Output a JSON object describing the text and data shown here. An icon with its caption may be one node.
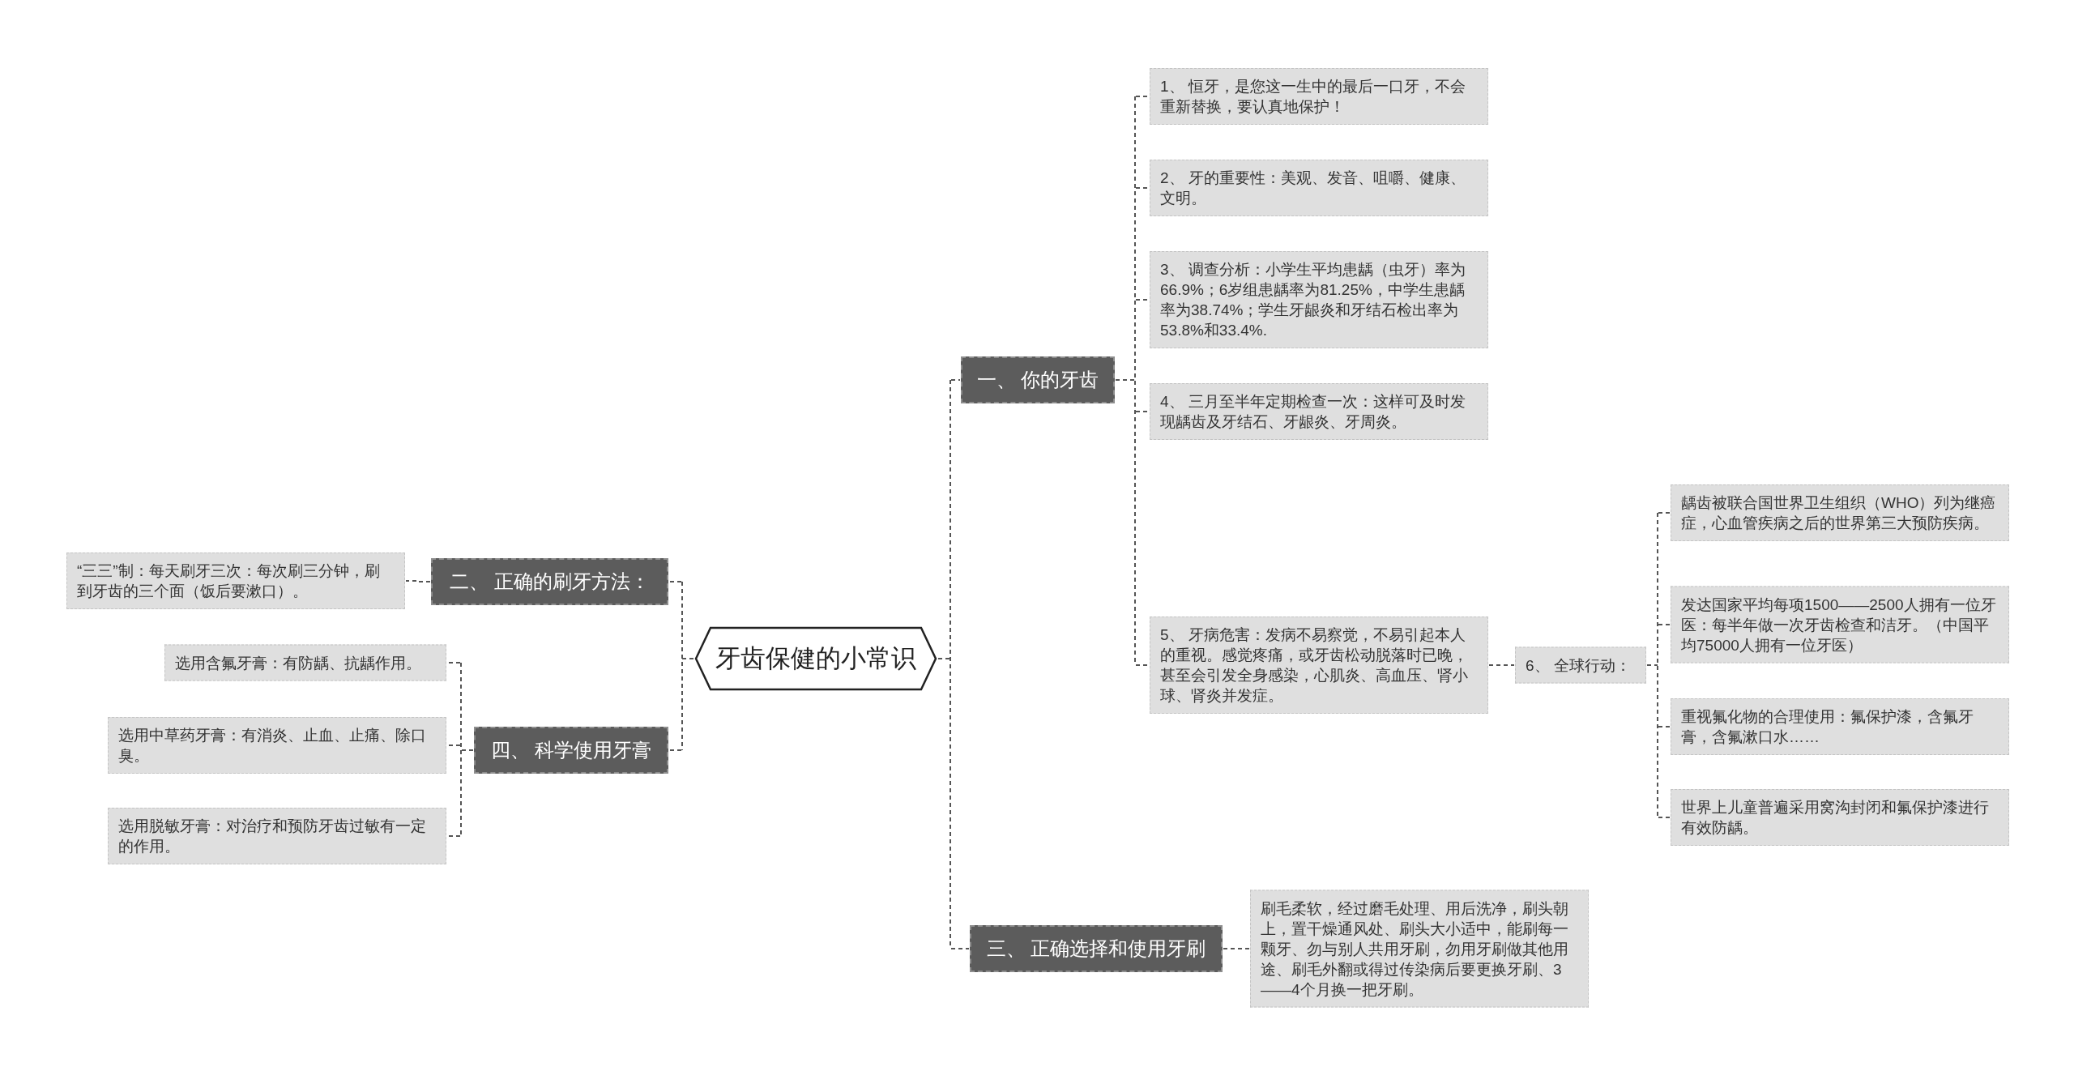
{
  "diagram": {
    "nodes": [
      {
        "text": [
          "牙齿保健的小常识"
        ]
      },
      {
        "text": [
          "一、 你的牙齿"
        ]
      },
      {
        "text": [
          "1、 恒牙，是您这一生中的最后一口牙，不会重新替换，要认真地保护！"
        ]
      },
      {
        "text": [
          "2、 牙的重要性：美观、发音、咀嚼、健康、文明。"
        ]
      },
      {
        "text": [
          "3、 调查分析：小学生平均患龋（虫牙）率为66.9%；6岁组患龋率为81.25%，中学生患龋率为38.74%；学生牙龈炎和牙结石检出率为53.8%和33.4%."
        ]
      },
      {
        "text": [
          "4、 三月至半年定期检查一次：这样可及时发现龋齿及牙结石、牙龈炎、牙周炎。"
        ]
      },
      {
        "text": [
          "5、 牙病危害：发病不易察觉，不易引起本人的重视。感觉疼痛，或牙齿松动脱落时已晚，甚至会引发全身感染，心肌炎、高血压、肾小球、肾炎并发症。"
        ]
      },
      {
        "text": [
          "6、 全球行动："
        ]
      },
      {
        "text": [
          "龋齿被联合国世界卫生组织（WHO）列为继癌症，心血管疾病之后的世界第三大预防疾病。"
        ]
      },
      {
        "text": [
          "发达国家平均每项1500——2500人拥有一位牙医：每半年做一次牙齿检查和洁牙。（中国平均75000人拥有一位牙医）"
        ]
      },
      {
        "text": [
          "重视氟化物的合理使用：氟保护漆，含氟牙膏，含氟漱口水……"
        ]
      },
      {
        "text": [
          "世界上儿童普遍采用窝沟封闭和氟保护漆进行有效防龋。"
        ]
      },
      {
        "text": [
          "三、 正确选择和使用牙刷"
        ]
      },
      {
        "text": [
          "刷毛柔软，经过磨毛处理、用后洗净，刷头朝上，置干燥通风处、刷头大小适中，能刷每一颗牙、勿与别人共用牙刷，勿用牙刷做其他用途、刷毛外翻或得过传染病后要更换牙刷、3——4个月换一把牙刷。"
        ]
      },
      {
        "text": [
          "二、 正确的刷牙方法："
        ]
      },
      {
        "text": [
          "“三三”制：每天刷牙三次：每次刷三分钟，刷到牙齿的三个面（饭后要漱口）。"
        ]
      },
      {
        "text": [
          "四、 科学使用牙膏"
        ]
      },
      {
        "text": [
          "选用含氟牙膏：有防龋、抗龋作用。"
        ]
      },
      {
        "text": [
          "选用中草药牙膏：有消炎、止血、止痛、除口臭。"
        ]
      },
      {
        "text": [
          "选用脱敏牙膏：对治疗和预防牙齿过敏有一定的作用。"
        ]
      }
    ],
    "edges": [
      {
        "from": 0,
        "to": 1,
        "arrow": "none",
        "style": "dashed"
      },
      {
        "from": 1,
        "to": 2,
        "arrow": "none",
        "style": "dashed"
      },
      {
        "from": 1,
        "to": 3,
        "arrow": "none",
        "style": "dashed"
      },
      {
        "from": 1,
        "to": 4,
        "arrow": "none",
        "style": "dashed"
      },
      {
        "from": 1,
        "to": 5,
        "arrow": "none",
        "style": "dashed"
      },
      {
        "from": 1,
        "to": 6,
        "arrow": "none",
        "style": "dashed"
      },
      {
        "from": 6,
        "to": 7,
        "arrow": "none",
        "style": "dashed"
      },
      {
        "from": 7,
        "to": 8,
        "arrow": "none",
        "style": "dashed"
      },
      {
        "from": 7,
        "to": 9,
        "arrow": "none",
        "style": "dashed"
      },
      {
        "from": 7,
        "to": 10,
        "arrow": "none",
        "style": "dashed"
      },
      {
        "from": 7,
        "to": 11,
        "arrow": "none",
        "style": "dashed"
      },
      {
        "from": 0,
        "to": 12,
        "arrow": "none",
        "style": "dashed"
      },
      {
        "from": 12,
        "to": 13,
        "arrow": "none",
        "style": "dashed"
      },
      {
        "from": 0,
        "to": 14,
        "arrow": "none",
        "style": "dashed"
      },
      {
        "from": 14,
        "to": 15,
        "arrow": "none",
        "style": "dashed"
      },
      {
        "from": 0,
        "to": 16,
        "arrow": "none",
        "style": "dashed"
      },
      {
        "from": 16,
        "to": 17,
        "arrow": "none",
        "style": "dashed"
      },
      {
        "from": 16,
        "to": 18,
        "arrow": "none",
        "style": "dashed"
      },
      {
        "from": 16,
        "to": 19,
        "arrow": "none",
        "style": "dashed"
      }
    ]
  }
}
